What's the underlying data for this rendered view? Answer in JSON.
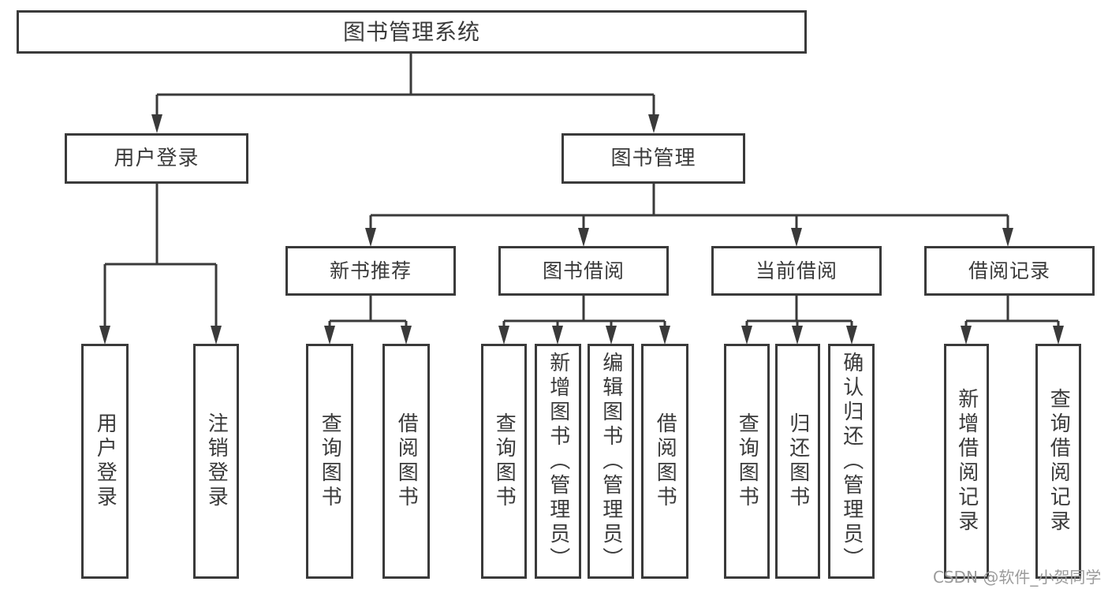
{
  "diagram": {
    "root": {
      "label": "图书管理系统"
    },
    "level2": [
      {
        "label": "用户登录"
      },
      {
        "label": "图书管理"
      }
    ],
    "level3": [
      {
        "label": "新书推荐"
      },
      {
        "label": "图书借阅"
      },
      {
        "label": "当前借阅"
      },
      {
        "label": "借阅记录"
      }
    ],
    "leaves": {
      "user_login": [
        {
          "label": "用户登录"
        },
        {
          "label": "注销登录"
        }
      ],
      "new_book_recommend": [
        {
          "label": "查询图书"
        },
        {
          "label": "借阅图书"
        }
      ],
      "book_borrow": [
        {
          "label": "查询图书"
        },
        {
          "label": "新增图书（管理员）"
        },
        {
          "label": "编辑图书（管理员）"
        },
        {
          "label": "借阅图书"
        }
      ],
      "current_borrow": [
        {
          "label": "查询图书"
        },
        {
          "label": "归还图书"
        },
        {
          "label": "确认归还（管理员）"
        }
      ],
      "borrow_records": [
        {
          "label": "新增借阅记录"
        },
        {
          "label": "查询借阅记录"
        }
      ]
    }
  },
  "watermark": {
    "text": "CSDN @软件_小贺同学"
  },
  "colors": {
    "line": "#3a3a3a",
    "text": "#3a3a3a",
    "watermark": "#9b9b9b",
    "background": "#ffffff"
  }
}
